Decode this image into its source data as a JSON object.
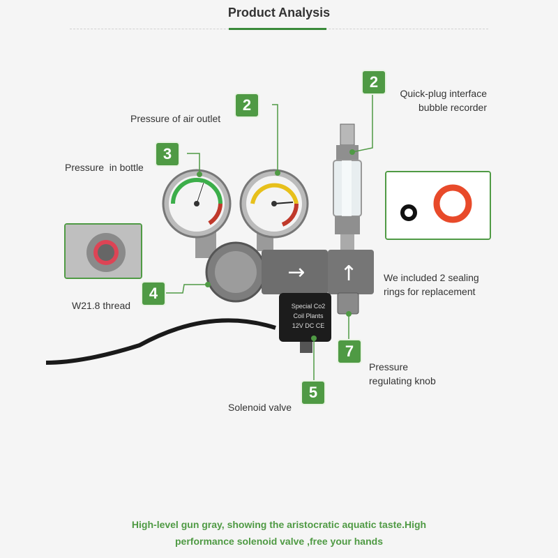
{
  "title": "Product Analysis",
  "callouts": {
    "outlet": {
      "num": "2",
      "label": "Pressure of air outlet"
    },
    "bottle": {
      "num": "3",
      "label": "Pressure  in bottle"
    },
    "bubble": {
      "num": "2",
      "line1": "Quick-plug interface",
      "line2": "bubble recorder"
    },
    "thread": {
      "num": "4",
      "label": "W21.8 thread"
    },
    "solenoid": {
      "num": "5",
      "label": "Solenoid valve"
    },
    "knob": {
      "num": "7",
      "line1": "Pressure",
      "line2": "regulating knob"
    },
    "rings": {
      "line1": "We included 2 sealing",
      "line2": "rings for replacement"
    }
  },
  "valve_label": {
    "line1": "Special Co2",
    "line2": "Coil Plants",
    "line3": "12V DC",
    "mark": "CE"
  },
  "footer": {
    "line1": "High-level gun gray, showing the aristocratic aquatic taste.High",
    "line2": "performance solenoid valve ,free your hands"
  },
  "colors": {
    "accent": "#4f9a44",
    "gauge_red": "#c0392b",
    "ring_red": "#e84a2a"
  }
}
